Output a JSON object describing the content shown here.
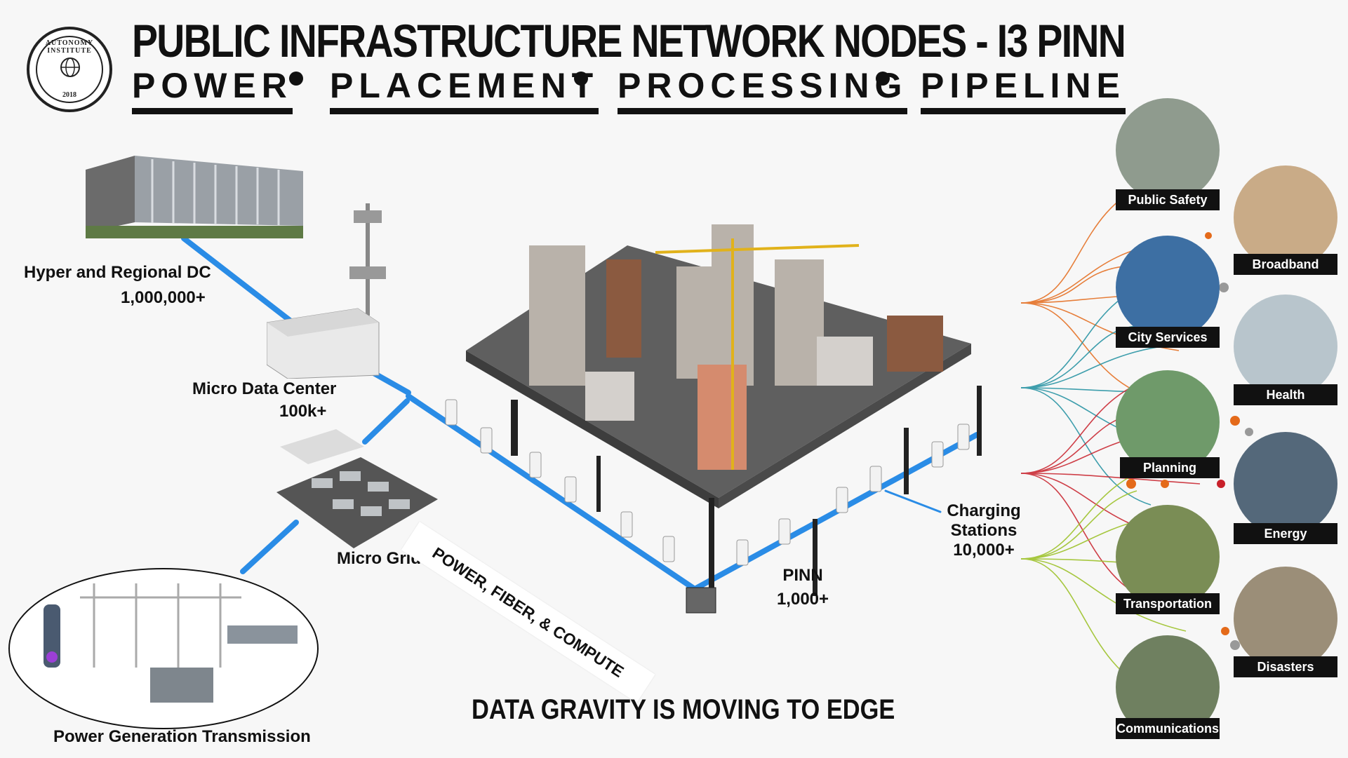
{
  "header": {
    "title": "PUBLIC INFRASTRUCTURE NETWORK NODES - I3 PINN",
    "pillars": [
      "POWER",
      "PLACEMENT",
      "PROCESSING",
      "PIPELINE"
    ]
  },
  "logo": {
    "text": "AUTONOMY INSTITUTE",
    "year": "2018"
  },
  "nodes": {
    "hyper_dc": {
      "label": "Hyper and Regional DC",
      "count": "1,000,000+"
    },
    "micro_dc": {
      "label": "Micro Data Center",
      "count": "100k+"
    },
    "micro_grids": {
      "label": "Micro Grids"
    },
    "power_gen": {
      "label": "Power Generation  Transmission"
    },
    "pinn": {
      "label": "PINN",
      "count": "1,000+"
    },
    "charging": {
      "label_line1": "Charging",
      "label_line2": "Stations",
      "count": "10,000+"
    }
  },
  "banner": "POWER, FIBER, & COMPUTE",
  "tagline": "DATA GRAVITY IS MOVING TO EDGE",
  "categories": [
    "Public Safety",
    "Broadband",
    "City Services",
    "Health",
    "Planning",
    "Energy",
    "Transportation",
    "Disasters",
    "Communications"
  ],
  "colors": {
    "network_line": "#2a8ce6",
    "fan_orange": "#e46a1a",
    "fan_teal": "#1e8fa0",
    "fan_red": "#c8202a",
    "fan_green": "#9ec22c",
    "label_bg": "#111111"
  }
}
